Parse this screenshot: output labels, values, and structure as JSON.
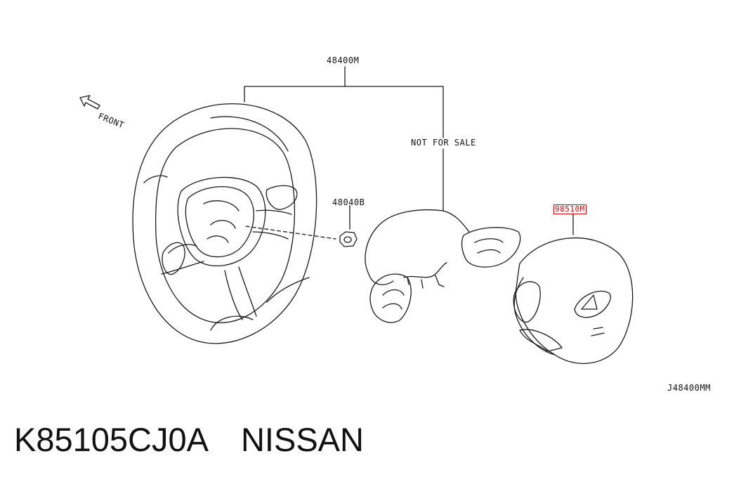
{
  "labels": {
    "assembly": "48400M",
    "front": "FRONT",
    "not_for_sale": "NOT FOR SALE",
    "nut": "48040B",
    "airbag": "98510M",
    "diagram_code": "J48400MM"
  },
  "footer": {
    "part_number": "K85105CJ0A",
    "brand": "NISSAN"
  },
  "colors": {
    "line": "#1a1a1a",
    "highlight": "#e00000"
  }
}
